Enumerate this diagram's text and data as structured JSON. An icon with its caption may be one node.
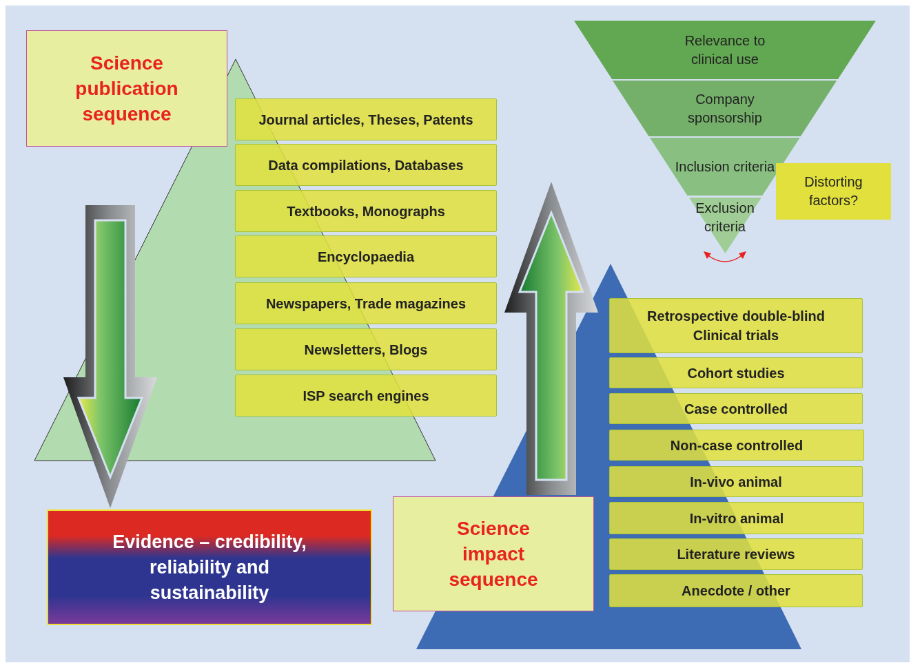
{
  "diagram": {
    "nodes": [
      {
        "text": [
          "Science publication sequence"
        ]
      },
      {
        "text": [
          "Journal articles, Theses, Patents"
        ]
      },
      {
        "text": [
          "Data compilations, Databases"
        ]
      },
      {
        "text": [
          "Textbooks, Monographs"
        ]
      },
      {
        "text": [
          "Encyclopaedia"
        ]
      },
      {
        "text": [
          "Newspapers, Trade magazines"
        ]
      },
      {
        "text": [
          "Newsletters, Blogs"
        ]
      },
      {
        "text": [
          "ISP search engines"
        ]
      },
      {
        "text": [
          "Evidence – credibility, reliability and sustainability"
        ]
      },
      {
        "text": [
          "Science impact sequence"
        ]
      },
      {
        "text": [
          "Retrospective double-blind Clinical trials"
        ]
      },
      {
        "text": [
          "Cohort studies"
        ]
      },
      {
        "text": [
          "Case controlled"
        ]
      },
      {
        "text": [
          "Non-case controlled"
        ]
      },
      {
        "text": [
          "In-vivo animal"
        ]
      },
      {
        "text": [
          "In-vitro animal"
        ]
      },
      {
        "text": [
          "Literature reviews"
        ]
      },
      {
        "text": [
          "Anecdote / other"
        ]
      },
      {
        "text": [
          "Relevance to clinical use"
        ]
      },
      {
        "text": [
          "Company sponsorship"
        ]
      },
      {
        "text": [
          "Inclusion criteria"
        ]
      },
      {
        "text": [
          "Exclusion criteria"
        ]
      },
      {
        "text": [
          "Distorting factors?"
        ]
      }
    ],
    "edges": [
      {
        "from": null,
        "to": 8,
        "arrow": "to",
        "style": "thick"
      },
      {
        "from": 9,
        "to": null,
        "arrow": "to",
        "style": "thick"
      }
    ]
  }
}
